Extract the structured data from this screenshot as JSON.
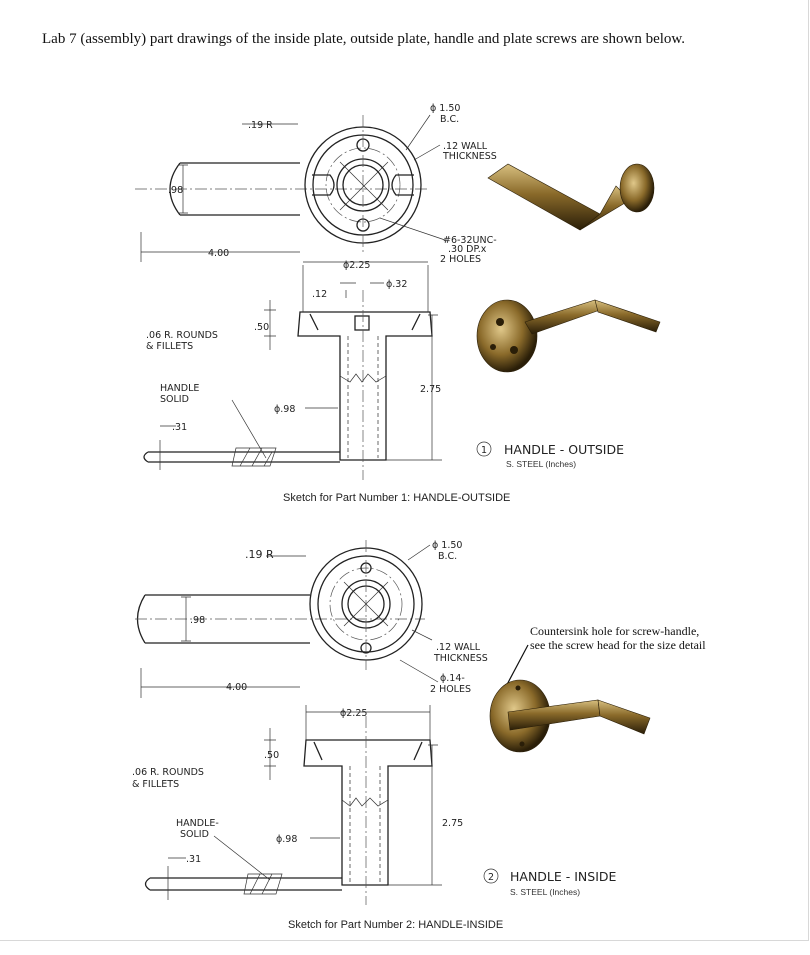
{
  "heading": "Lab 7 (assembly) part drawings of the inside plate, outside plate, handle and plate screws are shown below.",
  "part1": {
    "dims": {
      "r19": ".19 R",
      "bc": "ϕ 1.50",
      "bc2": "B.C.",
      "wall": ".12 WALL",
      "wall2": "THICKNESS",
      "tap": "#6-32UNC-",
      "tap2": ".30 DP.x",
      "tap3": "2 HOLES",
      "d98": ".98",
      "d400": "4.00",
      "d225": "ϕ2.25",
      "d32": "ϕ.32",
      "d12": ".12",
      "d50": ".50",
      "rounds": ".06 R. ROUNDS",
      "fillets": "& FILLETS",
      "handle": "HANDLE",
      "solid": "SOLID",
      "d31": ".31",
      "dia98": "ϕ.98",
      "d275": "2.75"
    },
    "number": "1",
    "title": "HANDLE - OUTSIDE",
    "material": "S. STEEL (Inches)",
    "caption": "Sketch for Part Number 1: HANDLE-OUTSIDE"
  },
  "part2": {
    "dims": {
      "r19": ".19 R",
      "bc": "ϕ 1.50",
      "bc2": "B.C.",
      "wall": ".12 WALL",
      "wall2": "THICKNESS",
      "holes": "ϕ.14-",
      "holes2": "2 HOLES",
      "d98": ".98",
      "d400": "4.00",
      "d225": "ϕ2.25",
      "d50": ".50",
      "rounds": ".06 R. ROUNDS",
      "fillets": "& FILLETS",
      "handle": "HANDLE-",
      "solid": "SOLID",
      "d31": ".31",
      "dia98": "ϕ.98",
      "d275": "2.75"
    },
    "number": "2",
    "title": "HANDLE - INSIDE",
    "material": "S. STEEL (Inches)",
    "caption": "Sketch for Part Number 2: HANDLE-INSIDE"
  },
  "annotation": {
    "line1": "Countersink hole for screw-handle,",
    "line2": "see the screw head for the size detail"
  },
  "colors": {
    "metal_dark": "#3a2a10",
    "metal_mid": "#8a6a2a",
    "metal_light": "#d8c080"
  }
}
